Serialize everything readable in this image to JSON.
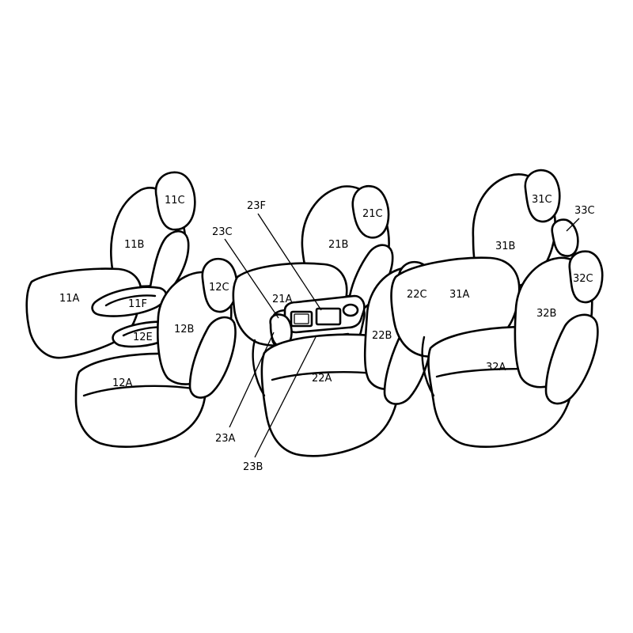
{
  "diagram": {
    "labels": {
      "11A": "11A",
      "11B": "11B",
      "11C": "11C",
      "11F": "11F",
      "12A": "12A",
      "12B": "12B",
      "12C": "12C",
      "12E": "12E",
      "21A": "21A",
      "21B": "21B",
      "21C": "21C",
      "22A": "22A",
      "22B": "22B",
      "22C": "22C",
      "23A": "23A",
      "23B": "23B",
      "23C": "23C",
      "23F": "23F",
      "31A": "31A",
      "31B": "31B",
      "31C": "31C",
      "32A": "32A",
      "32B": "32B",
      "32C": "32C",
      "33C": "33C"
    },
    "stroke_color": "#000000",
    "background_color": "#ffffff"
  }
}
